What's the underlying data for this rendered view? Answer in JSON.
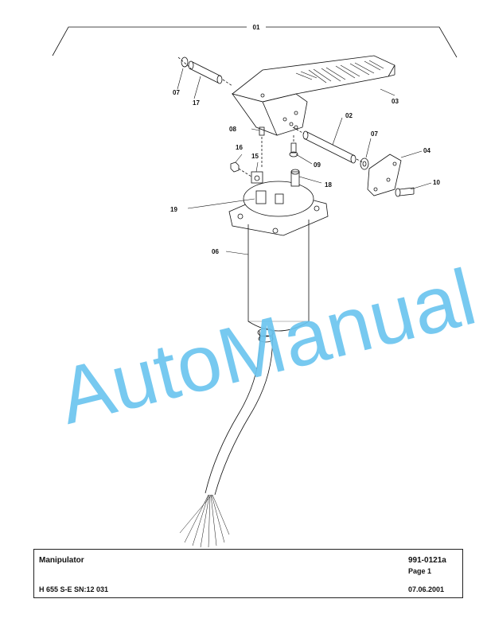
{
  "diagram": {
    "callouts": {
      "assembly": "01",
      "pin_long": "02",
      "pedal": "03",
      "bracket": "04",
      "potentiometer": "06",
      "washer_left": "07",
      "washer_right": "07",
      "grub_screw": "08",
      "screw_09": "09",
      "screw_10": "10",
      "nut": "16",
      "pin_short": "17",
      "clamp": "15",
      "spindle": "18",
      "switch": "19"
    },
    "watermark": "AutoManual"
  },
  "title_block": {
    "title": "Manipulator",
    "doc_number": "991-0121a",
    "page": "Page 1",
    "model": "H 655 S-E SN:12 031",
    "date": "07.06.2001"
  },
  "colors": {
    "watermark": "#6cc5ef",
    "line": "#111111"
  }
}
